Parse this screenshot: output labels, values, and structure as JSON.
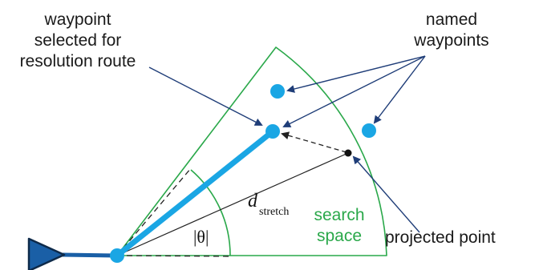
{
  "labels": {
    "selected_line1": "waypoint",
    "selected_line2": "selected for",
    "selected_line3": "resolution route",
    "named_line1": "named",
    "named_line2": "waypoints",
    "projected_point": "projected point",
    "search_line1": "search",
    "search_line2": "space",
    "d_symbol": "d",
    "d_subscript": "stretch",
    "theta": "|θ|"
  },
  "colors": {
    "search_space": "#2aa84a",
    "route": "#1aa6e4",
    "waypoint": "#1aa6e4",
    "aircraft": "#1a5fa6",
    "annotation_arrow": "#1f3d78",
    "dashed": "#222222"
  },
  "icons": {
    "aircraft": "triangle-aircraft-icon",
    "waypoint": "circle-waypoint-icon",
    "projected": "dot-projected-icon"
  }
}
